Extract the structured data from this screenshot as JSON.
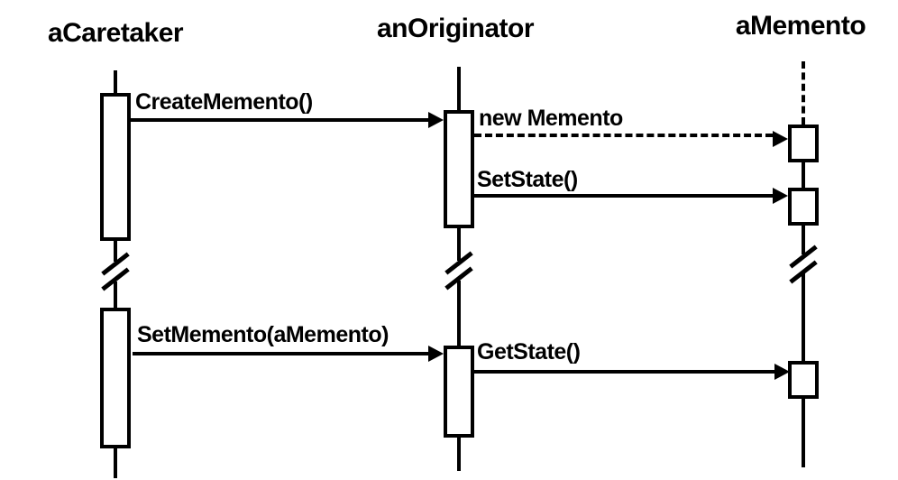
{
  "diagram": {
    "kind": "sequence-diagram",
    "objects": [
      {
        "id": "caretaker",
        "label": "aCaretaker"
      },
      {
        "id": "originator",
        "label": "anOriginator"
      },
      {
        "id": "memento",
        "label": "aMemento"
      }
    ],
    "messages": [
      {
        "label": "CreateMemento()",
        "from": "aCaretaker",
        "to": "anOriginator",
        "line": "solid"
      },
      {
        "label": "new Memento",
        "from": "anOriginator",
        "to": "aMemento",
        "line": "dashed"
      },
      {
        "label": "SetState()",
        "from": "anOriginator",
        "to": "aMemento",
        "line": "solid"
      },
      {
        "label": "SetMemento(aMemento)",
        "from": "aCaretaker",
        "to": "anOriginator",
        "line": "solid"
      },
      {
        "label": "GetState()",
        "from": "anOriginator",
        "to": "aMemento",
        "line": "solid"
      }
    ],
    "colors": {
      "ink": "#000000",
      "background": "#ffffff"
    }
  }
}
